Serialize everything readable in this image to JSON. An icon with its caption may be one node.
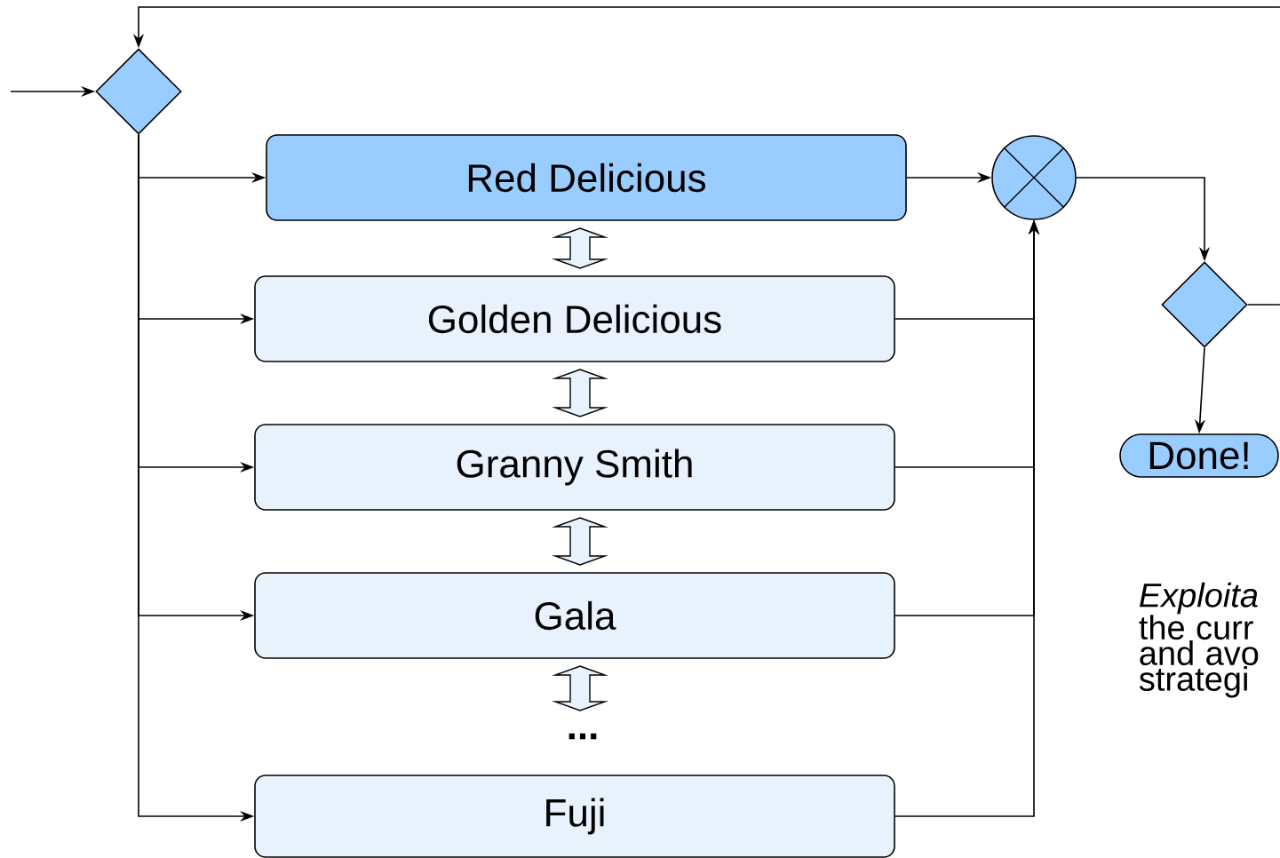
{
  "diagram": {
    "nodes": [
      {
        "text": [],
        "shape": "diamond"
      },
      {
        "text": [
          "Red Delicious"
        ]
      },
      {
        "text": [
          "Golden Delicious"
        ]
      },
      {
        "text": [
          "Granny Smith"
        ]
      },
      {
        "text": [
          "Gala"
        ]
      },
      {
        "text": [
          "Fuji"
        ]
      },
      {
        "text": [],
        "shape": "circle"
      },
      {
        "text": [],
        "shape": "diamond"
      },
      {
        "text": [
          "Done!"
        ]
      }
    ],
    "edges": [
      {
        "from": null,
        "to": 0,
        "arrow": "to"
      },
      {
        "from": null,
        "to": 0,
        "arrow": "to"
      },
      {
        "from": 0,
        "to": 1,
        "arrow": "to"
      },
      {
        "from": 0,
        "to": 2,
        "arrow": "to"
      },
      {
        "from": 0,
        "to": 3,
        "arrow": "to"
      },
      {
        "from": 0,
        "to": 4,
        "arrow": "to"
      },
      {
        "from": 0,
        "to": 5,
        "arrow": "to"
      },
      {
        "from": 1,
        "to": 2,
        "arrow": "both"
      },
      {
        "from": 2,
        "to": 3,
        "arrow": "both"
      },
      {
        "from": 3,
        "to": 4,
        "arrow": "both"
      },
      {
        "from": 4,
        "to": null,
        "arrow": "both"
      },
      {
        "from": 1,
        "to": 6,
        "arrow": "to"
      },
      {
        "from": 2,
        "to": 6,
        "arrow": "to"
      },
      {
        "from": 3,
        "to": 6,
        "arrow": "to"
      },
      {
        "from": 4,
        "to": 6,
        "arrow": "to"
      },
      {
        "from": 5,
        "to": 6,
        "arrow": "to"
      },
      {
        "from": 6,
        "to": 7,
        "arrow": "to"
      },
      {
        "from": 7,
        "to": 8,
        "arrow": "to"
      },
      {
        "from": 7,
        "to": null,
        "arrow": "none"
      }
    ],
    "labels": [
      "...",
      "*Exploita* the curr and avo strategi"
    ]
  }
}
